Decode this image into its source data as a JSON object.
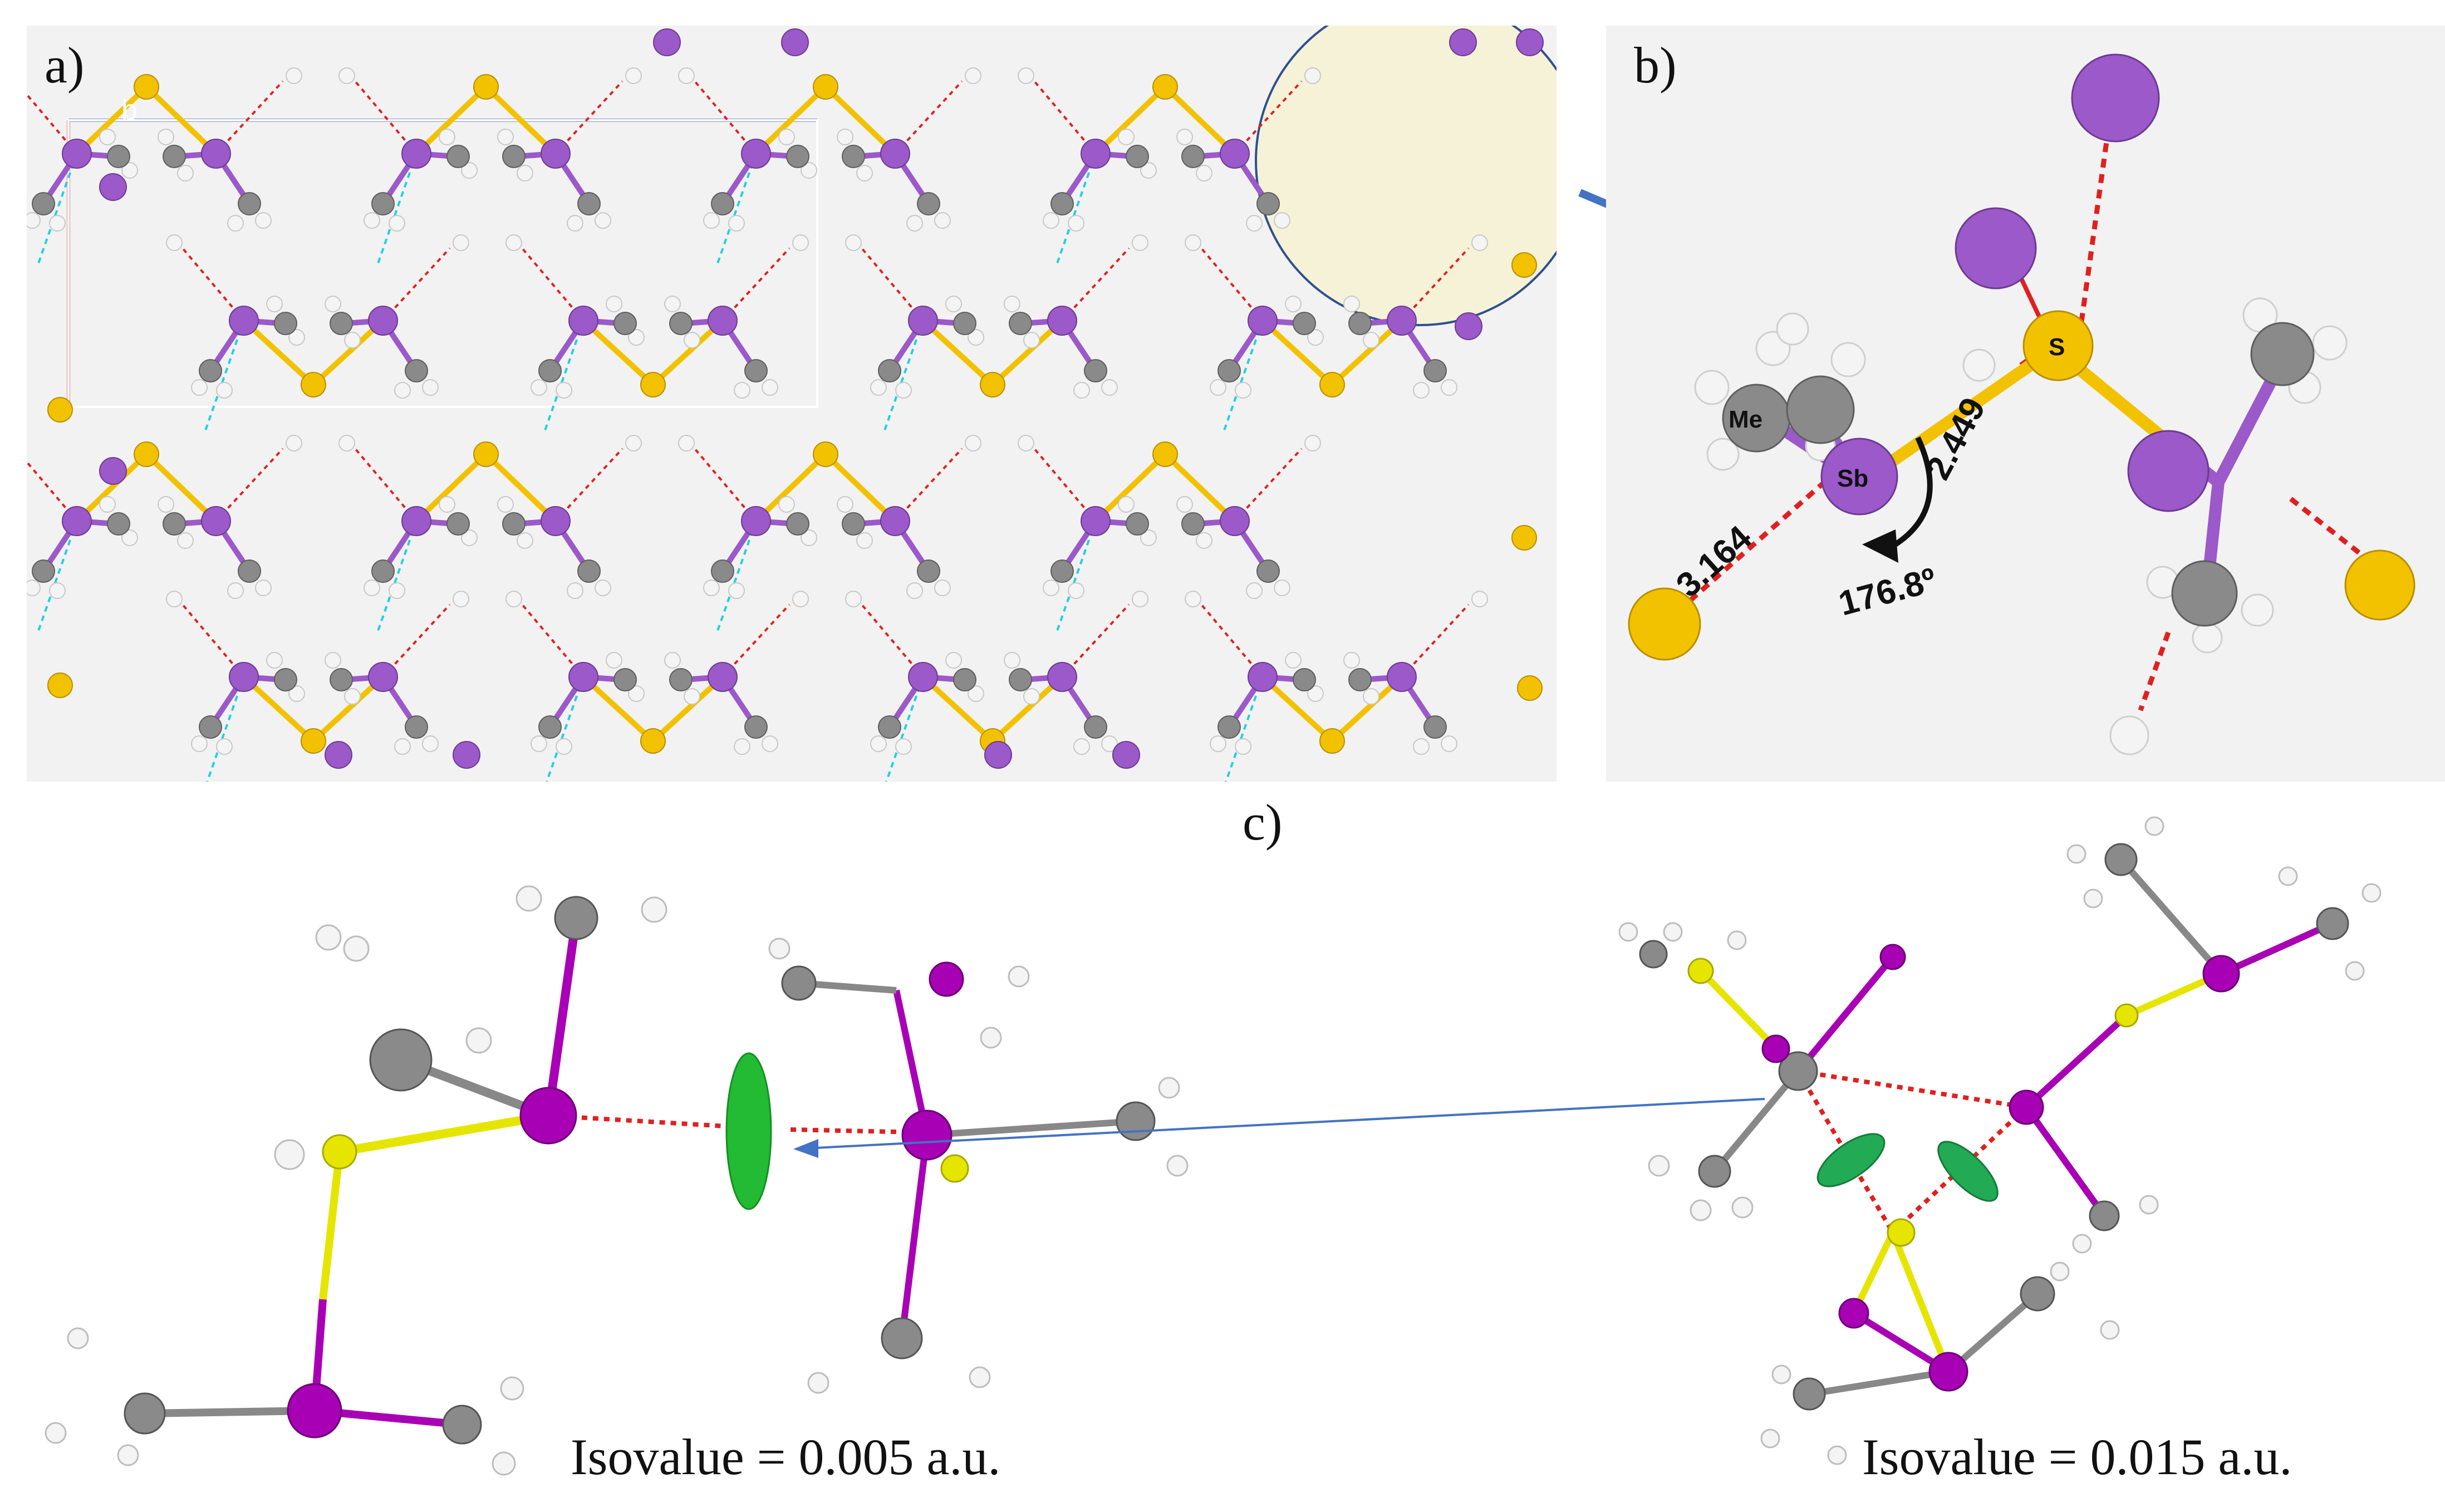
{
  "panels": {
    "a": {
      "label": "a)",
      "axis_label": "b"
    },
    "b": {
      "label": "b)",
      "atoms": {
        "me": "Me",
        "sb": "Sb",
        "s": "S"
      },
      "distance_sb_s": "2.449",
      "distance_sb_s_contact": "3.164",
      "angle": "176.8º"
    },
    "c": {
      "label": "c)",
      "left_isovalue": "Isovalue = 0.005 a.u.",
      "right_isovalue": "Isovalue = 0.015 a.u."
    }
  },
  "colors": {
    "antimony": "#9b59c9",
    "antimony_c": "#a800b4",
    "sulfur": "#f2c200",
    "carbon": "#8a8a8a",
    "hydrogen": "#f4f4f4",
    "contact": "#e02020",
    "hbond": "#20d0e0",
    "cell_b": "#1a3aa8",
    "arrow": "#4472c4",
    "nci_surface": "#22bb33",
    "highlight": "#f5f2d8"
  }
}
